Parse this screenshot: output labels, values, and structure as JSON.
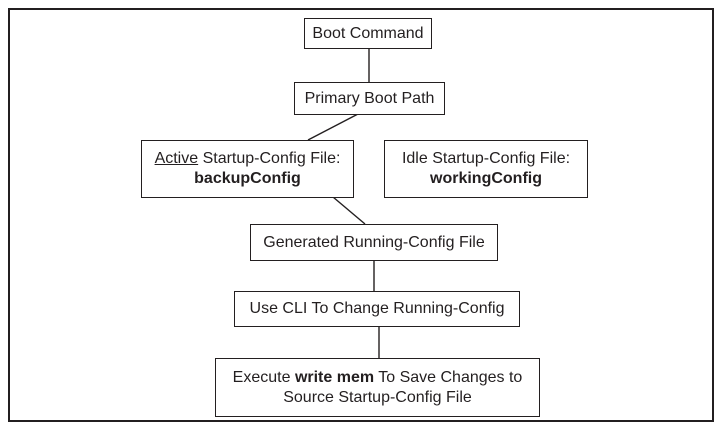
{
  "nodes": {
    "boot_command": "Boot Command",
    "primary_boot_path": "Primary Boot Path",
    "active_startup": {
      "active": "Active",
      "label": " Startup-Config File:",
      "file": "backupConfig"
    },
    "idle_startup": {
      "label": "Idle Startup-Config File:",
      "file": "workingConfig"
    },
    "generated_running": "Generated Running-Config File",
    "use_cli": "Use CLI To Change Running-Config",
    "execute": {
      "prefix": "Execute ",
      "command": "write mem",
      "suffix": " To Save Changes to",
      "line2": "Source Startup-Config File"
    }
  },
  "edges": [
    [
      "boot-command-box",
      "primary-boot-path-box"
    ],
    [
      "primary-boot-path-box",
      "active-startup-config-box"
    ],
    [
      "active-startup-config-box",
      "generated-running-config-box"
    ],
    [
      "generated-running-config-box",
      "use-cli-box"
    ],
    [
      "use-cli-box",
      "execute-write-mem-box"
    ]
  ]
}
